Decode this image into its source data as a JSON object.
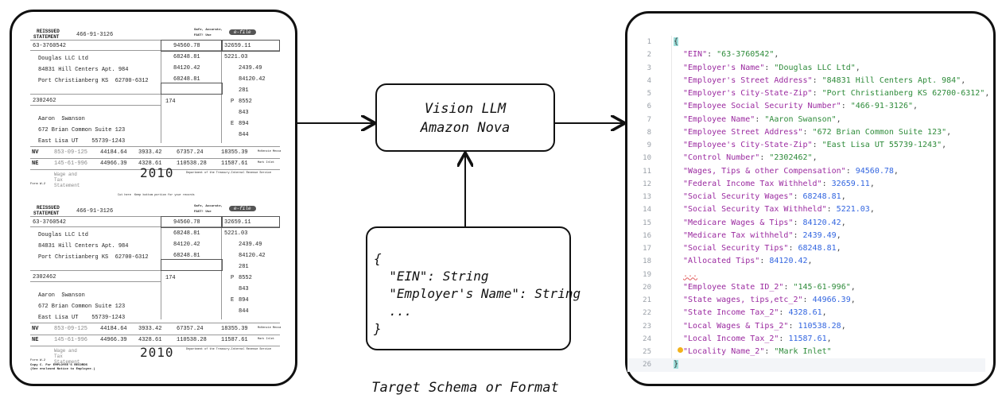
{
  "w2_form": {
    "reissued": "REISSUED",
    "statement": "STATEMENT",
    "ssn": "466-91-3126",
    "safe_accurate": "Safe, Accurate,",
    "fast_use": "FAST! Use",
    "efile": "e-file",
    "ein": "63-3760542",
    "employer_name": "Douglas LLC Ltd",
    "employer_street": "84831 Hill Centers Apt. 984",
    "employer_city": "Port Christianberg KS  62700-6312",
    "control_number": "2302462",
    "employee_first": "Aaron  Swanson",
    "employee_street": "672 Brian Common Suite 123",
    "employee_city": "East Lisa UT    55739-1243",
    "box1": "94560.78",
    "box2": "32659.11",
    "box3": "68248.81",
    "box4": "5221.03",
    "box5": "84120.42",
    "box6": "2439.49",
    "box7": "68248.81",
    "box8": "84120.42",
    "box10": "281",
    "box11": "174",
    "box12a_code": "P",
    "box12a": "8552",
    "box12b": "843",
    "box12c_code": "E",
    "box12c": "894",
    "box12d": "844",
    "state_rows": [
      {
        "state": "NV",
        "id": "853-09-125",
        "wages": "44184.64",
        "tax": "3933.42",
        "local_wages": "67357.24",
        "local_tax": "18355.39",
        "locality": "McKenzie Mecca"
      },
      {
        "state": "NE",
        "id": "145-61-996",
        "wages": "44966.39",
        "tax": "4328.61",
        "local_wages": "110538.28",
        "local_tax": "11587.61",
        "locality": "Mark Inlet"
      }
    ],
    "wage_tax_statement": "Wage and Tax Statement",
    "year": "2010",
    "form_label": "Form W-2",
    "dept": "Department of the Treasury-Internal Revenue Service",
    "cut_here": "Cut here  Keep bottom portion for your records",
    "copy_c": "Copy C. For EMPLOYEE'S RECORDS",
    "see_notice": "(See enclosed Notice to Employee.)"
  },
  "llm_box": {
    "line1": "Vision LLM",
    "line2": "Amazon Nova"
  },
  "schema_box": {
    "lines": [
      "{",
      "  \"EIN\": String",
      "  \"Employer's Name\": String",
      "  ...",
      "}"
    ]
  },
  "caption": "Target Schema or Format",
  "json_output": [
    {
      "t": "open",
      "text": "{"
    },
    {
      "k": "\"EIN\"",
      "v": "\"63-3760542\"",
      "type": "s"
    },
    {
      "k": "\"Employer's Name\"",
      "v": "\"Douglas LLC Ltd\"",
      "type": "s"
    },
    {
      "k": "\"Employer's Street Address\"",
      "v": "\"84831 Hill Centers Apt. 984\"",
      "type": "s"
    },
    {
      "k": "\"Employer's City-State-Zip\"",
      "v": "\"Port Christianberg KS 62700-6312\"",
      "type": "s"
    },
    {
      "k": "\"Employee Social Security Number\"",
      "v": "\"466-91-3126\"",
      "type": "s"
    },
    {
      "k": "\"Employee Name\"",
      "v": "\"Aaron Swanson\"",
      "type": "s"
    },
    {
      "k": "\"Employee Street Address\"",
      "v": "\"672 Brian Common Suite 123\"",
      "type": "s"
    },
    {
      "k": "\"Employee's City-State-Zip\"",
      "v": "\"East Lisa UT 55739-1243\"",
      "type": "s"
    },
    {
      "k": "\"Control Number\"",
      "v": "\"2302462\"",
      "type": "s"
    },
    {
      "k": "\"Wages, Tips & other Compensation\"",
      "v": "94560.78",
      "type": "n"
    },
    {
      "k": "\"Federal Income Tax Withheld\"",
      "v": "32659.11",
      "type": "n"
    },
    {
      "k": "\"Social Security Wages\"",
      "v": "68248.81",
      "type": "n"
    },
    {
      "k": "\"Social Security Tax Withheld\"",
      "v": "5221.03",
      "type": "n"
    },
    {
      "k": "\"Medicare Wages & Tips\"",
      "v": "84120.42",
      "type": "n"
    },
    {
      "k": "\"Medicare Tax withheld\"",
      "v": "2439.49",
      "type": "n"
    },
    {
      "k": "\"Social Security Tips\"",
      "v": "68248.81",
      "type": "n"
    },
    {
      "k": "\"Allocated Tips\"",
      "v": "84120.42",
      "type": "n"
    },
    {
      "t": "dots",
      "text": "..."
    },
    {
      "k": "\"Employee State ID_2\"",
      "v": "\"145-61-996\"",
      "type": "s"
    },
    {
      "k": "\"State wages, tips,etc_2\"",
      "v": "44966.39",
      "type": "n"
    },
    {
      "k": "\"State Income Tax_2\"",
      "v": "4328.61",
      "type": "n"
    },
    {
      "k": "\"Local Wages & Tips_2\"",
      "v": "110538.28",
      "type": "n"
    },
    {
      "k": "\"Local Income Tax_2\"",
      "v": "11587.61",
      "type": "n"
    },
    {
      "k": "\"Locality Name_2\"",
      "v": "\"Mark Inlet\"",
      "type": "s",
      "last": true
    },
    {
      "t": "close",
      "text": "}"
    }
  ]
}
